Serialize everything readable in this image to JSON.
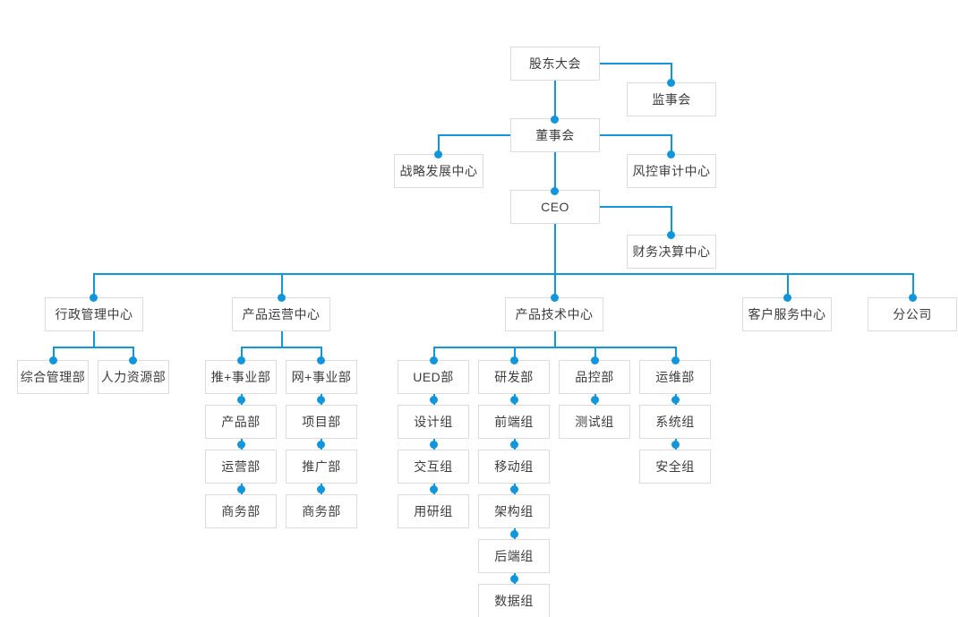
{
  "chart": {
    "title_visible": false,
    "type": "org-chart",
    "accent_color": "#1296db",
    "box_border_color": "#dcdcdc",
    "text_color": "#3d3d3d",
    "background": "#ffffff"
  },
  "nodes": {
    "shareholders_meeting": "股东大会",
    "supervisory_board": "监事会",
    "board_of_directors": "董事会",
    "strategy_development_center": "战略发展中心",
    "risk_audit_center": "风控审计中心",
    "ceo": "CEO",
    "finance_settlement_center": "财务决算中心",
    "admin_management_center": "行政管理中心",
    "general_management_dept": "综合管理部",
    "human_resources_dept": "人力资源部",
    "product_operation_center": "产品运营中心",
    "tui_business_unit": "推+事业部",
    "wang_business_unit": "网+事业部",
    "product_dept": "产品部",
    "project_dept": "项目部",
    "operation_dept": "运营部",
    "promotion_dept": "推广部",
    "business_dept_a": "商务部",
    "business_dept_b": "商务部",
    "product_tech_center": "产品技术中心",
    "ued_dept": "UED部",
    "rd_dept": "研发部",
    "qa_dept": "品控部",
    "ops_dept": "运维部",
    "design_group": "设计组",
    "frontend_group": "前端组",
    "test_group": "测试组",
    "system_group": "系统组",
    "interaction_group": "交互组",
    "mobile_group": "移动组",
    "security_group": "安全组",
    "user_research_group": "用研组",
    "architecture_group": "架构组",
    "backend_group": "后端组",
    "data_group": "数据组",
    "customer_service_center": "客户服务中心",
    "branch_company": "分公司"
  },
  "hierarchy": {
    "root": "股东大会",
    "levels": [
      {
        "level": 1,
        "items": [
          "股东大会"
        ]
      },
      {
        "level": 2,
        "items": [
          "监事会",
          "董事会"
        ]
      },
      {
        "level": 3,
        "items": [
          "战略发展中心",
          "风控审计中心",
          "CEO"
        ]
      },
      {
        "level": 4,
        "items": [
          "财务决算中心",
          "行政管理中心",
          "产品运营中心",
          "产品技术中心",
          "客户服务中心",
          "分公司"
        ]
      },
      {
        "level": 5,
        "items": [
          "综合管理部",
          "人力资源部",
          "推+事业部",
          "网+事业部",
          "UED部",
          "研发部",
          "品控部",
          "运维部"
        ]
      },
      {
        "level": 6,
        "items": [
          "产品部",
          "项目部",
          "设计组",
          "前端组",
          "测试组",
          "系统组"
        ]
      },
      {
        "level": 7,
        "items": [
          "运营部",
          "推广部",
          "交互组",
          "移动组",
          "安全组"
        ]
      },
      {
        "level": 8,
        "items": [
          "商务部",
          "商务部",
          "用研组",
          "架构组"
        ]
      },
      {
        "level": 9,
        "items": [
          "后端组"
        ]
      },
      {
        "level": 10,
        "items": [
          "数据组"
        ]
      }
    ]
  }
}
